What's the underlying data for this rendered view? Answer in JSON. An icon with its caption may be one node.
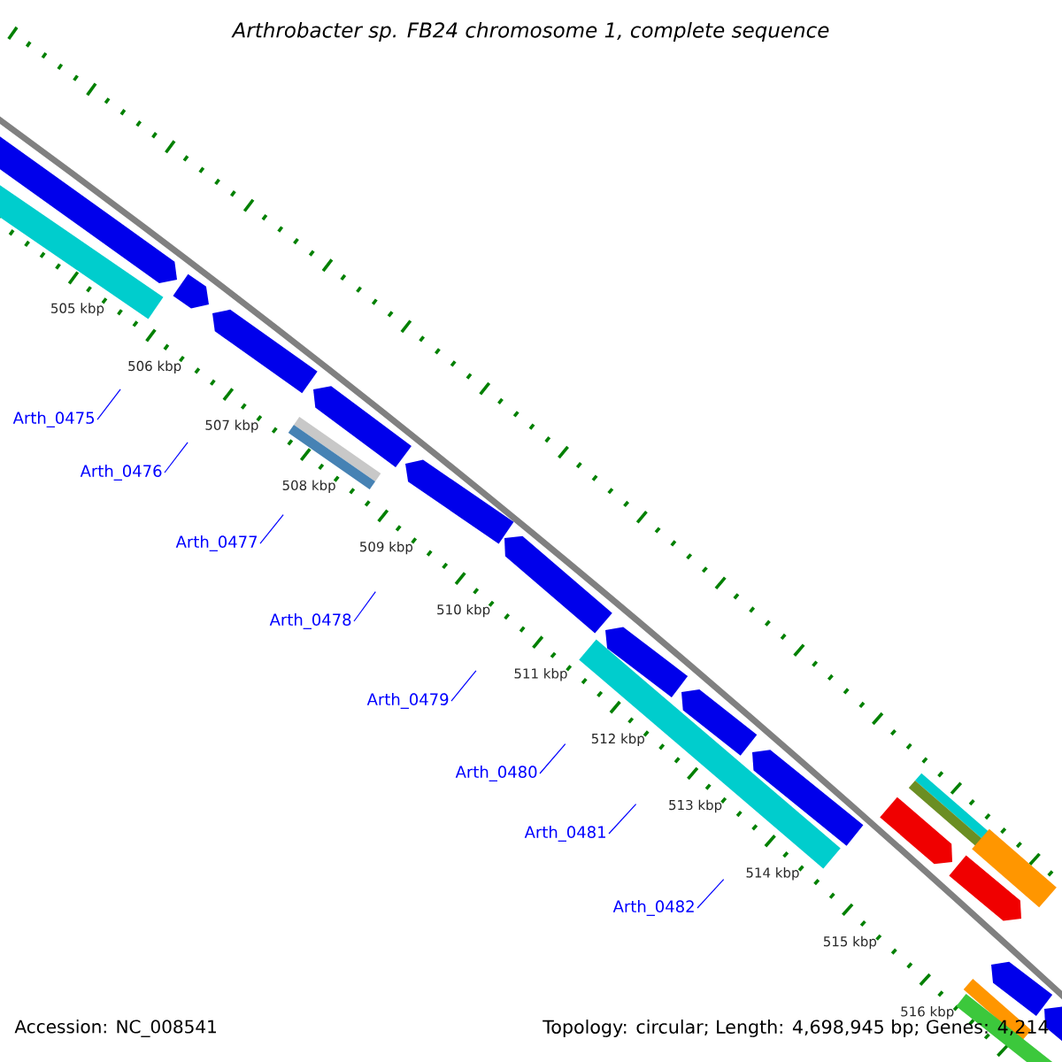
{
  "diagram": {
    "title": "Arthrobacter sp. FB24 chromosome 1, complete sequence",
    "nodes": [
      {
        "text": [
          "Arth_0475"
        ]
      },
      {
        "text": [
          "Arth_0476"
        ]
      },
      {
        "text": [
          "Arth_0477"
        ]
      },
      {
        "text": [
          "Arth_0478"
        ]
      },
      {
        "text": [
          "Arth_0479"
        ]
      },
      {
        "text": [
          "Arth_0480"
        ]
      },
      {
        "text": [
          "Arth_0481"
        ]
      },
      {
        "text": [
          "Arth_0482"
        ]
      }
    ],
    "edges": [
      {
        "from": 0,
        "to": null,
        "arrow": "none"
      },
      {
        "from": 1,
        "to": null,
        "arrow": "none"
      },
      {
        "from": 2,
        "to": null,
        "arrow": "none"
      },
      {
        "from": 3,
        "to": null,
        "arrow": "none"
      },
      {
        "from": 4,
        "to": null,
        "arrow": "none"
      },
      {
        "from": 5,
        "to": null,
        "arrow": "none"
      },
      {
        "from": 6,
        "to": null,
        "arrow": "none"
      },
      {
        "from": 7,
        "to": null,
        "arrow": "none"
      }
    ],
    "labels": [
      "505 kbp",
      "506 kbp",
      "507 kbp",
      "508 kbp",
      "509 kbp",
      "510 kbp",
      "511 kbp",
      "512 kbp",
      "513 kbp",
      "514 kbp",
      "515 kbp",
      "516 kbp",
      "Accession: NC_008541",
      "Topology: circular; Length: 4,698,945 bp; Genes: 4,214"
    ]
  }
}
